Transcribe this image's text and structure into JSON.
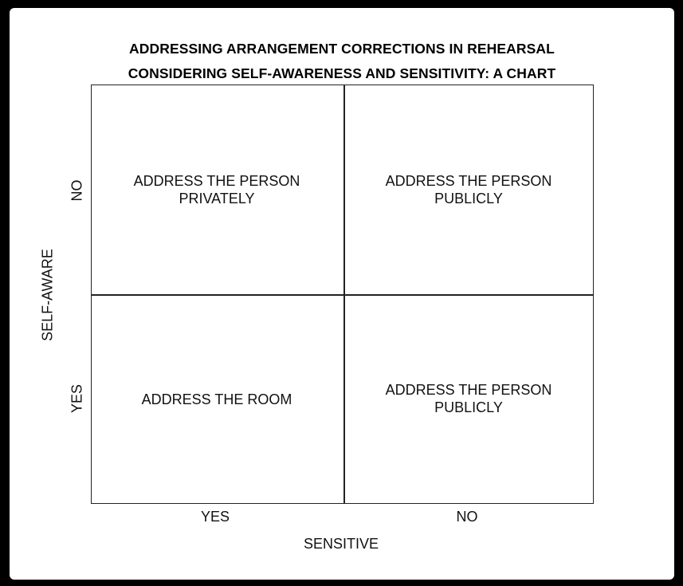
{
  "title": {
    "line1": "ADDRESSING ARRANGEMENT CORRECTIONS IN REHEARSAL",
    "line2": "CONSIDERING SELF-AWARENESS AND SENSITIVITY: A CHART"
  },
  "axes": {
    "y_title": "SELF-AWARE",
    "y_ticks": [
      "NO",
      "YES"
    ],
    "x_title": "SENSITIVE",
    "x_ticks": [
      "YES",
      "NO"
    ]
  },
  "quadrants": {
    "top_left": [
      "ADDRESS THE PERSON",
      "PRIVATELY"
    ],
    "top_right": [
      "ADDRESS THE PERSON",
      "PUBLICLY"
    ],
    "bottom_left": [
      "ADDRESS THE ROOM"
    ],
    "bottom_right": [
      "ADDRESS THE PERSON",
      "PUBLICLY"
    ]
  }
}
